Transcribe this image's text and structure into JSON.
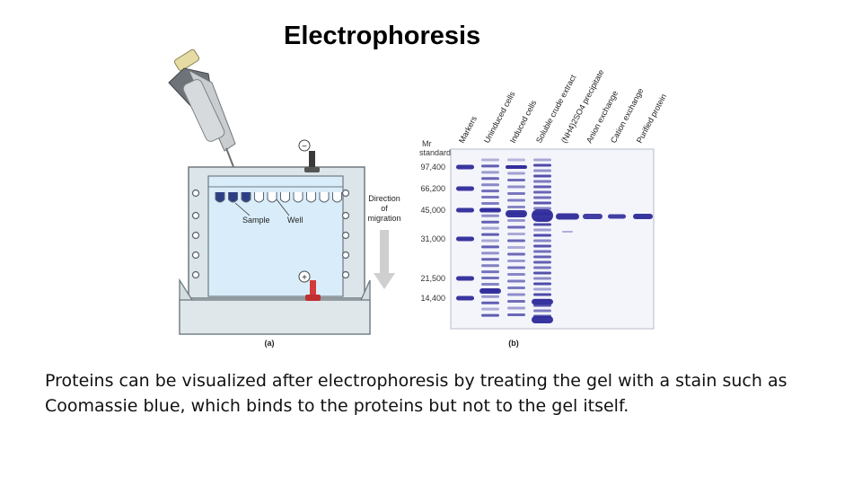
{
  "slide": {
    "title": "Electrophoresis",
    "caption_line1": "Proteins can be visualized after electrophoresis by treating the gel with a stain such as",
    "caption_line2": "Coomassie blue, which binds to the proteins but not to the gel itself."
  },
  "panel_a": {
    "label": "(a)",
    "sample_label": "Sample",
    "well_label": "Well",
    "direction_label": [
      "Direction",
      "of",
      "migration"
    ],
    "cathode_symbol": "−",
    "anode_symbol": "+"
  },
  "panel_b": {
    "label": "(b)",
    "standards_label": [
      "Mr",
      "standards"
    ],
    "mw_markers": [
      "97,400",
      "66,200",
      "45,000",
      "31,000",
      "21,500",
      "14,400"
    ],
    "lanes": [
      "Markers",
      "Uninduced cells",
      "Induced cells",
      "Soluble crude extract",
      "(NH4)2SO4 precipitate",
      "Anion exchange",
      "Cation exchange",
      "Purified protein"
    ]
  },
  "colors": {
    "band": "#2e2a9a",
    "tank": "#d9e3e8",
    "gel": "#dceefa",
    "anode": "#d33b3b"
  }
}
